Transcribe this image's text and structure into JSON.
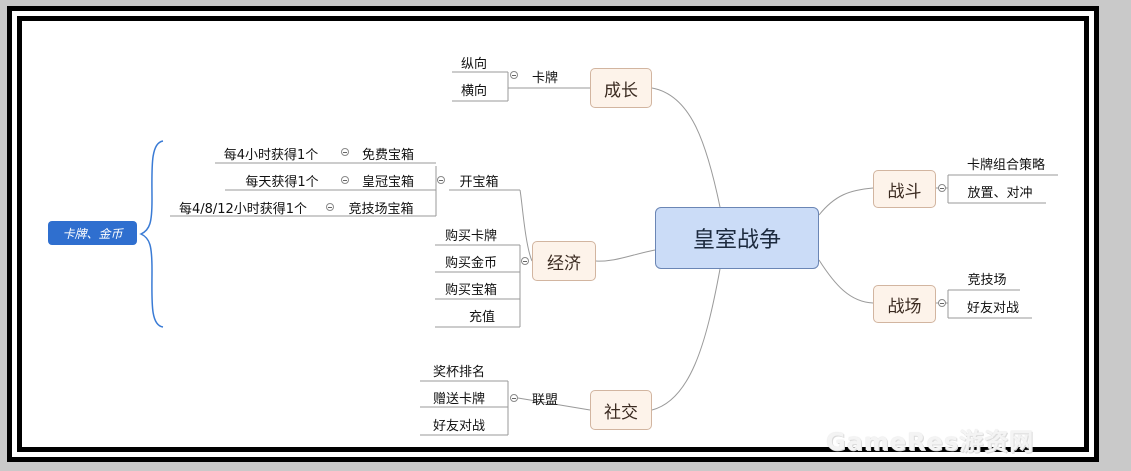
{
  "central": "皇室战争",
  "main_topics": {
    "growth": "成长",
    "economy": "经济",
    "social": "社交",
    "battle": "战斗",
    "arena": "战场"
  },
  "growth_sub": {
    "cards": "卡牌",
    "vertical": "纵向",
    "horizontal": "横向"
  },
  "economy_sub": {
    "open_chest": "开宝箱",
    "free_chest": "免费宝箱",
    "free_chest_note": "每4小时获得1个",
    "crown_chest": "皇冠宝箱",
    "crown_chest_note": "每天获得1个",
    "arena_chest": "竞技场宝箱",
    "arena_chest_note": "每4/8/12小时获得1个",
    "buy_cards": "购买卡牌",
    "buy_gold": "购买金币",
    "buy_chest": "购买宝箱",
    "recharge": "充值"
  },
  "summary": "卡牌、金币",
  "social_sub": {
    "alliance": "联盟",
    "trophy_rank": "奖杯排名",
    "gift_cards": "赠送卡牌",
    "friend_battle": "好友对战"
  },
  "battle_sub": {
    "strategy": "卡牌组合策略",
    "placement": "放置、对冲"
  },
  "arena_sub": {
    "arena": "竞技场",
    "friend_battle": "好友对战"
  },
  "watermark": "GameRes游资网",
  "colors": {
    "central_fill": "#cbdcf7",
    "topic_fill": "#fdf3ea",
    "summary_pill": "#2f6fcf",
    "brace": "#3a7bd5"
  }
}
